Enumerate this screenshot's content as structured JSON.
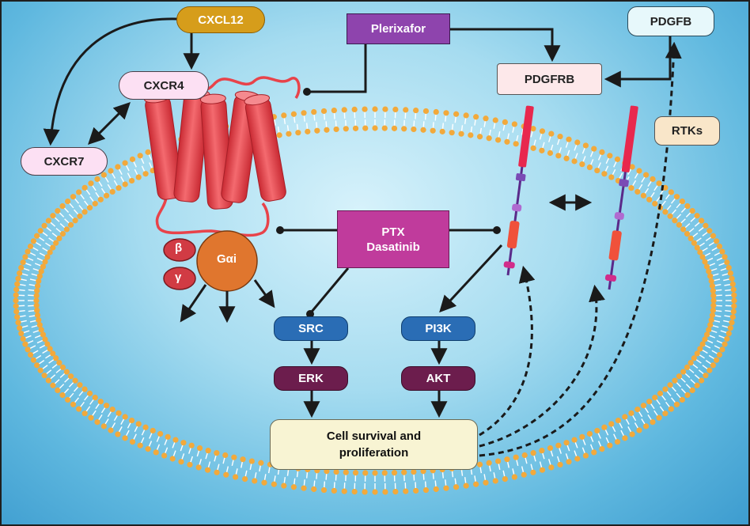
{
  "nodes": {
    "cxcl12": "CXCL12",
    "cxcr4": "CXCR4",
    "cxcr7": "CXCR7",
    "plerixafor": "Plerixafor",
    "pdgfb": "PDGFB",
    "pdgfrb": "PDGFRB",
    "rtks": "RTKs",
    "ptx_line1": "PTX",
    "ptx_line2": "Dasatinib",
    "src": "SRC",
    "pi3k": "PI3K",
    "erk": "ERK",
    "akt": "AKT",
    "survival_line1": "Cell survival and",
    "survival_line2": "proliferation",
    "beta": "β",
    "gamma": "γ",
    "gai": "Gαi"
  },
  "colors": {
    "membrane_head": "#f2a93b",
    "membrane_tail": "#ffffff",
    "receptor": "#e8434a",
    "receptor_stripe": "#7a2a8c",
    "g_beta_gamma": "#d13b44",
    "g_alpha": "#e0762e",
    "arrow": "#1a1a1a"
  }
}
